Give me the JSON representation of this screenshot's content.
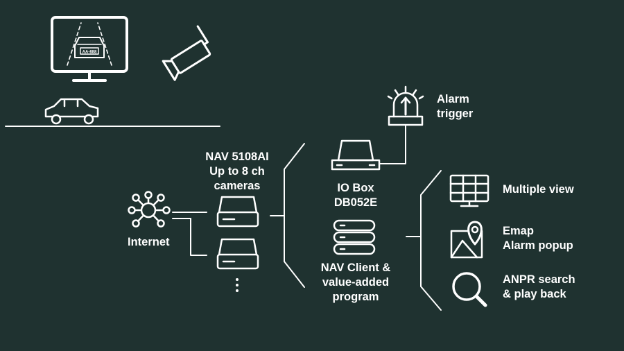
{
  "colors": {
    "background": "#1f3230",
    "foreground": "#ffffff"
  },
  "labels": {
    "alarm": [
      "Alarm",
      "trigger"
    ],
    "nav": [
      "NAV 5108AI",
      "Up to 8 ch",
      "cameras"
    ],
    "internet": "Internet",
    "io_box": [
      "IO Box",
      "DB052E"
    ],
    "client": [
      "NAV Client &",
      "value-added",
      "program"
    ],
    "features": [
      [
        "Multiple view"
      ],
      [
        "Emap",
        "Alarm popup"
      ],
      [
        "ANPR search",
        "& play back"
      ]
    ],
    "plate": "AA-888"
  },
  "icons": [
    "monitor-icon",
    "car-icon",
    "cctv-camera-icon",
    "alarm-beacon-icon",
    "io-box-icon",
    "network-icon",
    "nvr-icon",
    "server-stack-icon",
    "grid-monitor-icon",
    "map-pin-icon",
    "search-icon"
  ]
}
